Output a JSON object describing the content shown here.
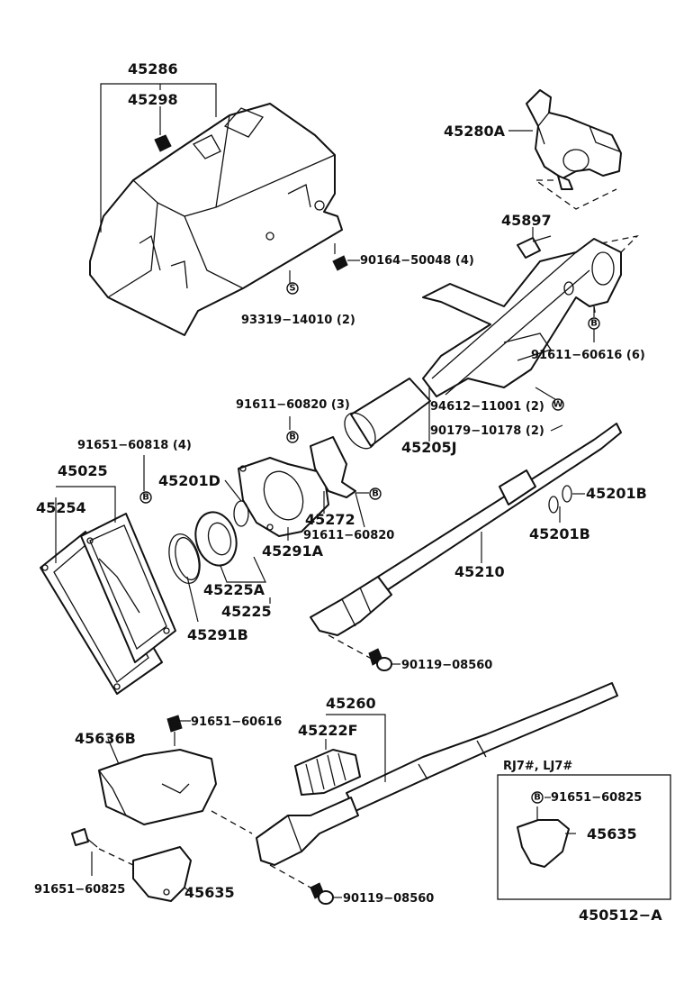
{
  "labels": {
    "p45286": "45286",
    "p45298": "45298",
    "p45280A": "45280A",
    "p45897": "45897",
    "p90164": "90164−50048 (4)",
    "p93319": "93319−14010 (2)",
    "p91611_616": "91611−60616 (6)",
    "p94612": "94612−11001 (2)",
    "p90179": "90179−10178 (2)",
    "p91611_820_3": "91611−60820 (3)",
    "p45205J": "45205J",
    "p91651_818": "91651−60818 (4)",
    "p45025": "45025",
    "p45254": "45254",
    "p45201D": "45201D",
    "p45272": "45272",
    "p91611_820": "91611−60820",
    "p45201B_a": "45201B",
    "p45201B_b": "45201B",
    "p45291A": "45291A",
    "p45225A": "45225A",
    "p45225": "45225",
    "p45291B": "45291B",
    "p45210": "45210",
    "p90119_a": "90119−08560",
    "p45260": "45260",
    "p45222F": "45222F",
    "p45636B": "45636B",
    "p91651_616": "91651−60616",
    "inset_title": "RJ7#, LJ7#",
    "p91651_825_inset": "91651−60825",
    "p45635_inset": "45635",
    "p91651_825": "91651−60825",
    "p45635": "45635",
    "p90119_b": "90119−08560",
    "diagram_code": "450512−A"
  },
  "markers": {
    "s": "S",
    "b": "B",
    "w": "W"
  }
}
